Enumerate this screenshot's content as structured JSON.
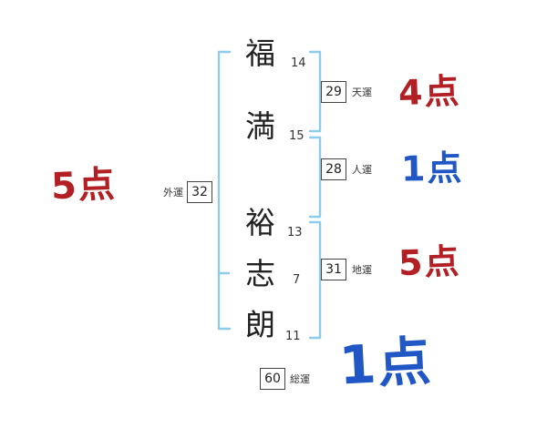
{
  "colors": {
    "red": "#b22025",
    "blue": "#2157c4",
    "bracket": "#8ecde9",
    "ink": "#222222"
  },
  "name": {
    "chars": [
      {
        "char": "福",
        "strokes": 14
      },
      {
        "char": "満",
        "strokes": 15
      },
      {
        "char": "裕",
        "strokes": 13
      },
      {
        "char": "志",
        "strokes": 7
      },
      {
        "char": "朗",
        "strokes": 11
      }
    ]
  },
  "fortunes": {
    "heaven": {
      "label": "天運",
      "value": 29,
      "score": "4点",
      "score_color": "#b22025"
    },
    "person": {
      "label": "人運",
      "value": 28,
      "score": "1点",
      "score_color": "#2157c4"
    },
    "earth": {
      "label": "地運",
      "value": 31,
      "score": "5点",
      "score_color": "#b22025"
    },
    "outer": {
      "label": "外運",
      "value": 32,
      "score": "5点",
      "score_color": "#b22025"
    },
    "total": {
      "label": "総運",
      "value": 60,
      "score": "1点",
      "score_color": "#2157c4"
    }
  }
}
